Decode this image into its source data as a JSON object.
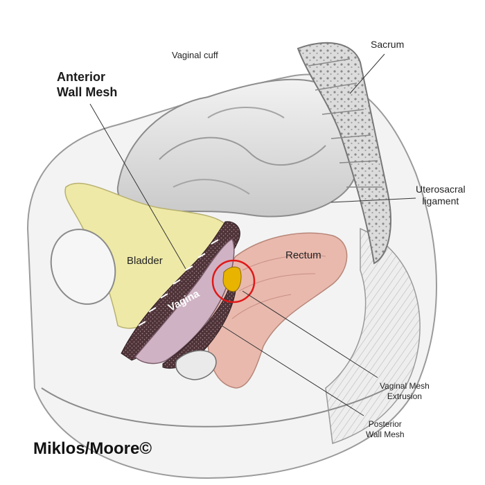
{
  "labels": {
    "vaginal_cuff": "Vaginal cuff",
    "anterior_wall_mesh_line1": "Anterior",
    "anterior_wall_mesh_line2": "Wall Mesh",
    "sacrum": "Sacrum",
    "uterosacral_line1": "Uterosacral",
    "uterosacral_line2": "ligament",
    "bladder": "Bladder",
    "rectum": "Rectum",
    "vagina": "Vagina",
    "extrusion_line1": "Vaginal Mesh",
    "extrusion_line2": "Extrusion",
    "posterior_line1": "Posterior",
    "posterior_line2": "Wall Mesh"
  },
  "copyright": "Miklos/Moore©",
  "colors": {
    "bladder": "#eee9a6",
    "rectum": "#e9b9ae",
    "vagina": "#cfb3c4",
    "mesh_dark": "#5a3a3e",
    "extrusion": "#e8b400",
    "circle": "#e01818",
    "bone": "#d9d9d9"
  }
}
